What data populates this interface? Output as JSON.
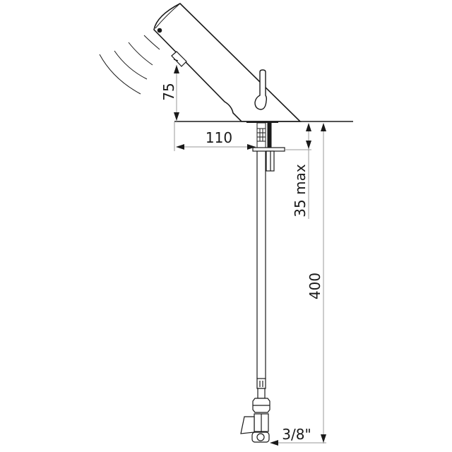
{
  "diagram": {
    "subject": "Electronic sensor basin tap with flexible supply hose and isolating valve",
    "colors": {
      "line": "#1a1a1a",
      "dimension_line": "#9a9a9a",
      "background": "#ffffff"
    },
    "dimensions": {
      "spout_height": {
        "value": "75",
        "orientation": "vertical"
      },
      "spout_reach": {
        "value": "110",
        "orientation": "horizontal"
      },
      "max_deck_thickness": {
        "value": "35 max",
        "orientation": "vertical"
      },
      "hose_length": {
        "value": "400",
        "orientation": "vertical"
      },
      "connection_thread": {
        "value": "3/8\"",
        "orientation": "horizontal"
      }
    },
    "components": [
      {
        "name": "tap-body",
        "label": "Inclined cylindrical spout body"
      },
      {
        "name": "sensor-window",
        "label": "Infrared sensor"
      },
      {
        "name": "sensor-waves",
        "label": "Detection waves"
      },
      {
        "name": "temperature-lever",
        "label": "Side lever"
      },
      {
        "name": "mounting-shank",
        "label": "Threaded mounting stud"
      },
      {
        "name": "fixing-plate",
        "label": "Under-deck fixing plate"
      },
      {
        "name": "flexible-hose",
        "label": "Flexible supply hose"
      },
      {
        "name": "isolating-valve",
        "label": "Isolating valve with lever"
      }
    ]
  }
}
